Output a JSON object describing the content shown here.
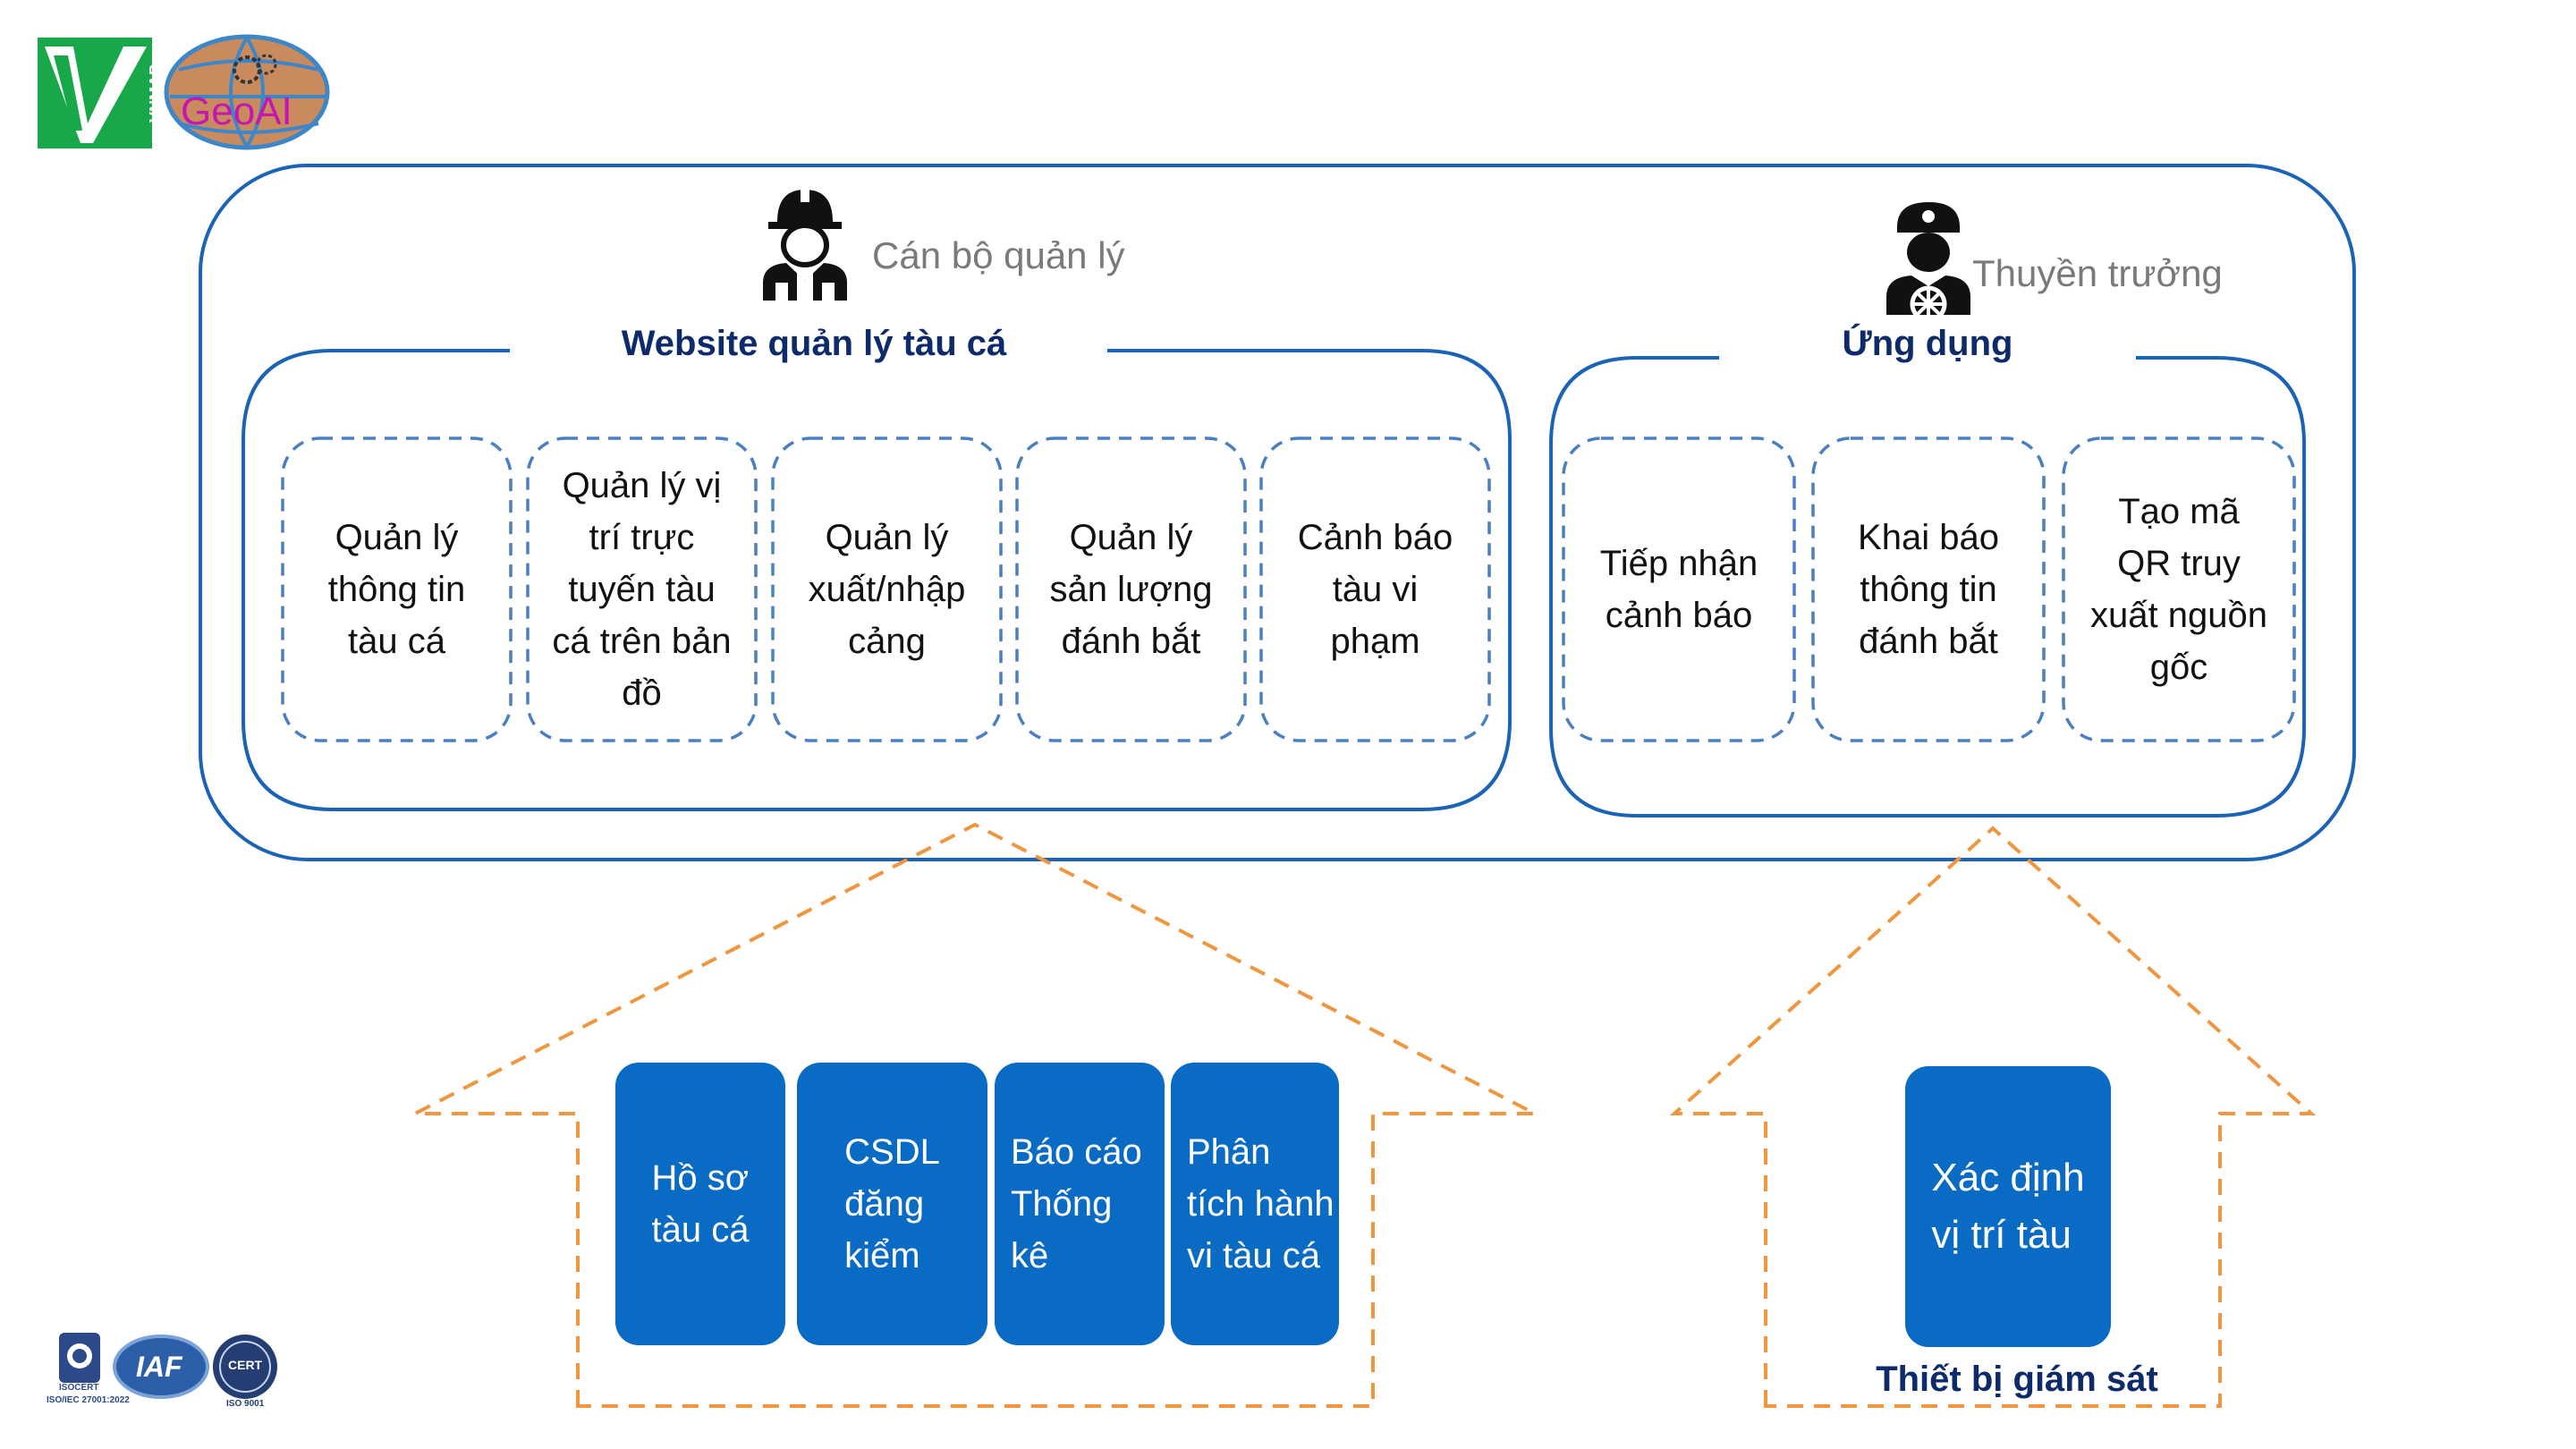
{
  "logos": {
    "vnmap_text": "VNMAP",
    "geoai_text": "GeoAI",
    "cert_labels": [
      "ISOCERT",
      "ISO/IEC 27001:2022",
      "IAF",
      "CERT",
      "ISO 9001"
    ]
  },
  "roles": {
    "manager": "Cán bộ quản lý",
    "captain": "Thuyền trưởng"
  },
  "website": {
    "title": "Website quản lý tàu cá",
    "modules": [
      "Quản lý\nthông tin\ntàu cá",
      "Quản lý vị\ntrí trực\ntuyến tàu\ncá trên bản\nđồ",
      "Quản lý\nxuất/nhập\ncảng",
      "Quản lý\nsản lượng\nđánh bắt",
      "Cảnh báo\ntàu vi\nphạm"
    ]
  },
  "app": {
    "title": "Ứng dụng",
    "modules": [
      "Tiếp nhận\ncảnh báo",
      "Khai báo\nthông tin\nđánh bắt",
      "Tạo mã\nQR truy\nxuất nguồn\ngốc"
    ]
  },
  "data_blocks": [
    "Hồ sơ\ntàu cá",
    "CSDL\nđăng\nkiểm",
    "Báo cáo\nThống\nkê",
    "Phân\ntích hành\nvi tàu cá"
  ],
  "device": {
    "block": "Xác định\nvị trí tàu",
    "label": "Thiết bị giám sát"
  },
  "colors": {
    "outline_blue": "#1a63b5",
    "dash_blue": "#4a7fc1",
    "orange": "#f0963e",
    "block_blue": "#0a6bc4",
    "title_navy": "#0d2a6b"
  }
}
